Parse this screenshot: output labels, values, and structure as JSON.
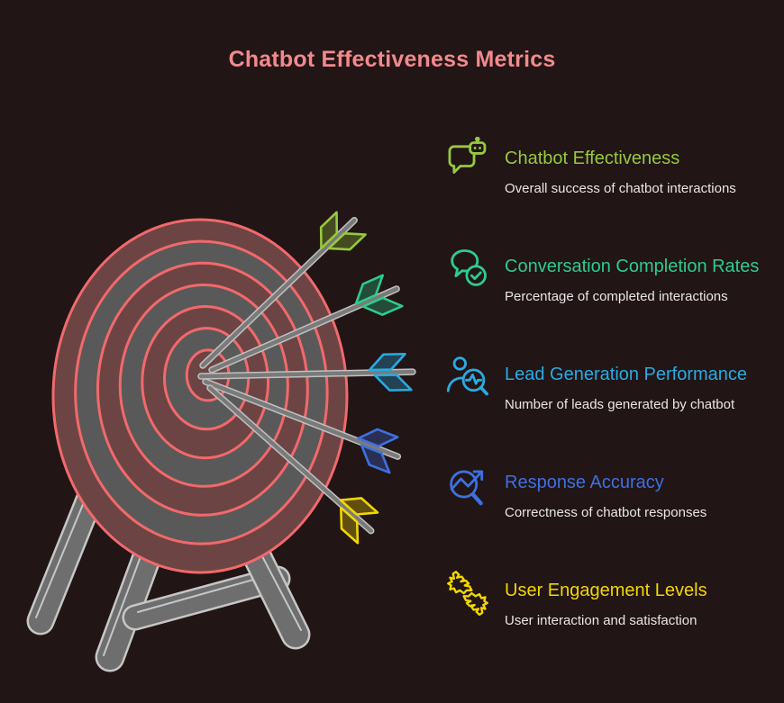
{
  "title": {
    "text": "Chatbot Effectiveness Metrics",
    "color": "#F2898C"
  },
  "colors": {
    "background": "#211516",
    "description": "#E8E6E6"
  },
  "target": {
    "ring_stroke": "#F2696B",
    "maroon": "#6C4444",
    "gray": "#595959",
    "stand_fill": "#6E6E6E",
    "stand_outline": "#C6C6C6",
    "shaft_fill": "#7A7A7A",
    "shaft_outline": "#C0C0C0"
  },
  "items": [
    {
      "label": "Chatbot Effectiveness",
      "description": "Overall success of chatbot interactions",
      "color": "#97C93D",
      "icon": "chatbot-speech-bubble-icon"
    },
    {
      "label": "Conversation Completion Rates",
      "description": "Percentage of completed interactions",
      "color": "#2ECB8C",
      "icon": "chat-bubble-check-icon"
    },
    {
      "label": "Lead Generation Performance",
      "description": "Number of leads generated by chatbot",
      "color": "#29ABE2",
      "icon": "person-magnifier-chart-icon"
    },
    {
      "label": "Response Accuracy",
      "description": "Correctness of chatbot responses",
      "color": "#3E70E0",
      "icon": "magnifier-trend-arrow-icon"
    },
    {
      "label": "User Engagement Levels",
      "description": "User interaction and satisfaction",
      "color": "#F2D600",
      "icon": "interlocking-hands-icon"
    }
  ]
}
